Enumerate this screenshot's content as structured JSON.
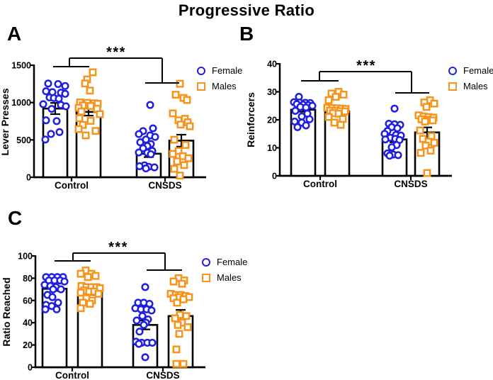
{
  "title": "Progressive Ratio",
  "colors": {
    "female": "#1F1FE0",
    "males": "#F7941E",
    "axis": "#000000",
    "bar_fill": "#FFFFFF"
  },
  "legend": {
    "female_label": "Female",
    "males_label": "Males"
  },
  "chart_data": [
    {
      "panel_label": "A",
      "type": "bar",
      "subtype": "bar-with-scatter",
      "ylabel": "Lever Presses",
      "ylim": [
        0,
        1500
      ],
      "yticks": [
        0,
        500,
        1000,
        1500
      ],
      "categories": [
        "Control",
        "CNSDS"
      ],
      "significance": "***",
      "legend_position": "right-top",
      "series": [
        {
          "name": "Female",
          "category": "Control",
          "marker": "circle",
          "mean": 920,
          "sem": 75,
          "points": [
            [
              -10,
              1255
            ],
            [
              4,
              1248
            ],
            [
              14,
              1222
            ],
            [
              -13,
              1152
            ],
            [
              -4,
              1140
            ],
            [
              8,
              1133
            ],
            [
              14,
              1117
            ],
            [
              -8,
              1068
            ],
            [
              -2,
              1060
            ],
            [
              5,
              1052
            ],
            [
              -17,
              978
            ],
            [
              8,
              968
            ],
            [
              15,
              950
            ],
            [
              -5,
              915
            ],
            [
              -13,
              762
            ],
            [
              2,
              752
            ],
            [
              6,
              605
            ],
            [
              -6,
              580
            ],
            [
              -14,
              505
            ]
          ]
        },
        {
          "name": "Males",
          "category": "Control",
          "marker": "square",
          "mean": 875,
          "sem": 50,
          "points": [
            [
              6,
              1405
            ],
            [
              -2,
              1310
            ],
            [
              -5,
              1255
            ],
            [
              2,
              1160
            ],
            [
              -12,
              1002
            ],
            [
              -2,
              996
            ],
            [
              8,
              990
            ],
            [
              13,
              984
            ],
            [
              -8,
              962
            ],
            [
              3,
              954
            ],
            [
              -14,
              930
            ],
            [
              12,
              918
            ],
            [
              -10,
              880
            ],
            [
              16,
              845
            ],
            [
              -13,
              790
            ],
            [
              3,
              755
            ],
            [
              -8,
              700
            ],
            [
              -14,
              645
            ],
            [
              10,
              620
            ],
            [
              -4,
              560
            ]
          ]
        },
        {
          "name": "Female",
          "category": "CNSDS",
          "marker": "circle",
          "mean": 315,
          "sem": 45,
          "points": [
            [
              2,
              968
            ],
            [
              6,
              655
            ],
            [
              -8,
              618
            ],
            [
              -14,
              578
            ],
            [
              2,
              560
            ],
            [
              9,
              540
            ],
            [
              -4,
              505
            ],
            [
              -12,
              468
            ],
            [
              3,
              445
            ],
            [
              -2,
              418
            ],
            [
              -8,
              388
            ],
            [
              5,
              352
            ],
            [
              -14,
              332
            ],
            [
              -2,
              328
            ],
            [
              3,
              308
            ],
            [
              -6,
              160
            ],
            [
              -13,
              148
            ],
            [
              0,
              140
            ],
            [
              8,
              132
            ],
            [
              -4,
              118
            ]
          ]
        },
        {
          "name": "Males",
          "category": "CNSDS",
          "marker": "square",
          "mean": 490,
          "sem": 80,
          "points": [
            [
              -2,
              1252
            ],
            [
              -8,
              1105
            ],
            [
              3,
              1062
            ],
            [
              8,
              1035
            ],
            [
              -12,
              855
            ],
            [
              5,
              782
            ],
            [
              -4,
              762
            ],
            [
              9,
              735
            ],
            [
              -1,
              705
            ],
            [
              12,
              682
            ],
            [
              -10,
              502
            ],
            [
              6,
              432
            ],
            [
              -4,
              352
            ],
            [
              -12,
              312
            ],
            [
              2,
              282
            ],
            [
              10,
              255
            ],
            [
              -6,
              212
            ],
            [
              4,
              162
            ],
            [
              -10,
              112
            ],
            [
              -2,
              22
            ]
          ]
        }
      ]
    },
    {
      "panel_label": "B",
      "type": "bar",
      "subtype": "bar-with-scatter",
      "ylabel": "Reinforcers",
      "ylim": [
        0,
        40
      ],
      "yticks": [
        0,
        10,
        20,
        30,
        40
      ],
      "categories": [
        "Control",
        "CNSDS"
      ],
      "significance": "***",
      "legend_position": "right-top",
      "series": [
        {
          "name": "Female",
          "category": "Control",
          "marker": "circle",
          "mean": 23.6,
          "sem": 0.7,
          "points": [
            [
              -6,
              28.2
            ],
            [
              -13,
              26.3
            ],
            [
              -5,
              26.2
            ],
            [
              3,
              26.1
            ],
            [
              10,
              26
            ],
            [
              -9,
              25.6
            ],
            [
              0,
              25.4
            ],
            [
              7,
              25.2
            ],
            [
              13,
              25
            ],
            [
              -4,
              24.6
            ],
            [
              4,
              24.4
            ],
            [
              -11,
              23.2
            ],
            [
              6,
              22.2
            ],
            [
              -2,
              21.2
            ],
            [
              9,
              20.2
            ],
            [
              -12,
              19.4
            ],
            [
              -2,
              19
            ],
            [
              4,
              18
            ],
            [
              -8,
              17.4
            ]
          ]
        },
        {
          "name": "Males",
          "category": "Control",
          "marker": "square",
          "mean": 23.0,
          "sem": 0.7,
          "points": [
            [
              2,
              30
            ],
            [
              -8,
              29.4
            ],
            [
              9,
              29
            ],
            [
              -2,
              28.2
            ],
            [
              -12,
              27
            ],
            [
              -14,
              24.3
            ],
            [
              -7,
              24.2
            ],
            [
              0,
              24.1
            ],
            [
              6,
              24
            ],
            [
              12,
              23.9
            ],
            [
              -10,
              23.3
            ],
            [
              -3,
              23.2
            ],
            [
              4,
              23.1
            ],
            [
              11,
              23
            ],
            [
              -6,
              22.4
            ],
            [
              2,
              22.2
            ],
            [
              -12,
              21
            ],
            [
              8,
              20.3
            ],
            [
              -4,
              19
            ],
            [
              5,
              18.2
            ]
          ]
        },
        {
          "name": "Female",
          "category": "CNSDS",
          "marker": "circle",
          "mean": 13.0,
          "sem": 1.0,
          "points": [
            [
              0,
              24
            ],
            [
              -8,
              18.6
            ],
            [
              0,
              18.4
            ],
            [
              8,
              18.2
            ],
            [
              -4,
              17.4
            ],
            [
              4,
              17
            ],
            [
              -10,
              16
            ],
            [
              -14,
              15
            ],
            [
              2,
              14.6
            ],
            [
              9,
              14.4
            ],
            [
              -6,
              13.6
            ],
            [
              1,
              13.2
            ],
            [
              -13,
              13
            ],
            [
              7,
              12.8
            ],
            [
              3,
              11
            ],
            [
              -4,
              10.2
            ],
            [
              -10,
              8
            ],
            [
              -2,
              7.6
            ],
            [
              5,
              7.4
            ],
            [
              -7,
              7.2
            ]
          ]
        },
        {
          "name": "Males",
          "category": "CNSDS",
          "marker": "square",
          "mean": 15.5,
          "sem": 1.8,
          "points": [
            [
              4,
              27
            ],
            [
              -4,
              26.2
            ],
            [
              10,
              25.8
            ],
            [
              -1,
              24.6
            ],
            [
              -12,
              21.6
            ],
            [
              -5,
              21.2
            ],
            [
              2,
              21
            ],
            [
              9,
              20.8
            ],
            [
              -8,
              20.2
            ],
            [
              0,
              20
            ],
            [
              8,
              19.8
            ],
            [
              -3,
              19.4
            ],
            [
              -10,
              16.2
            ],
            [
              6,
              14.2
            ],
            [
              -6,
              13.2
            ],
            [
              2,
              12.2
            ],
            [
              10,
              11.8
            ],
            [
              -2,
              10.8
            ],
            [
              5,
              9
            ],
            [
              -9,
              8.2
            ],
            [
              0,
              1
            ]
          ]
        }
      ]
    },
    {
      "panel_label": "C",
      "type": "bar",
      "subtype": "bar-with-scatter",
      "ylabel": "Ratio Reached",
      "ylim": [
        0,
        100
      ],
      "yticks": [
        0,
        20,
        40,
        60,
        80,
        100
      ],
      "categories": [
        "Control",
        "CNSDS"
      ],
      "significance": "***",
      "legend_position": "right-top",
      "series": [
        {
          "name": "Female",
          "category": "Control",
          "marker": "circle",
          "mean": 70.5,
          "sem": 2,
          "points": [
            [
              -12,
              81
            ],
            [
              -4,
              81
            ],
            [
              4,
              81
            ],
            [
              12,
              81
            ],
            [
              -8,
              78
            ],
            [
              0,
              78
            ],
            [
              8,
              78
            ],
            [
              14,
              77
            ],
            [
              -14,
              74
            ],
            [
              -6,
              73
            ],
            [
              2,
              72
            ],
            [
              -2,
              70
            ],
            [
              9,
              70
            ],
            [
              -10,
              65
            ],
            [
              -3,
              63
            ],
            [
              5,
              58
            ],
            [
              -12,
              56
            ],
            [
              -4,
              55
            ],
            [
              3,
              52
            ],
            [
              -13,
              52
            ]
          ]
        },
        {
          "name": "Males",
          "category": "Control",
          "marker": "square",
          "mean": 67.5,
          "sem": 2.5,
          "points": [
            [
              -6,
              87
            ],
            [
              -13,
              84
            ],
            [
              2,
              84
            ],
            [
              8,
              82
            ],
            [
              -3,
              81
            ],
            [
              -12,
              73
            ],
            [
              -5,
              72
            ],
            [
              2,
              72
            ],
            [
              9,
              72
            ],
            [
              14,
              71
            ],
            [
              -8,
              69
            ],
            [
              -1,
              68
            ],
            [
              6,
              68
            ],
            [
              -13,
              67
            ],
            [
              12,
              66
            ],
            [
              -5,
              62
            ],
            [
              3,
              60
            ],
            [
              -10,
              58
            ],
            [
              0,
              57
            ],
            [
              -13,
              53
            ]
          ]
        },
        {
          "name": "Female",
          "category": "CNSDS",
          "marker": "circle",
          "mean": 38,
          "sem": 4,
          "points": [
            [
              0,
              72
            ],
            [
              -10,
              58
            ],
            [
              -2,
              58
            ],
            [
              6,
              57
            ],
            [
              -14,
              53
            ],
            [
              -6,
              52
            ],
            [
              2,
              52
            ],
            [
              9,
              51
            ],
            [
              -4,
              46
            ],
            [
              4,
              43
            ],
            [
              -12,
              42
            ],
            [
              1,
              40
            ],
            [
              -2,
              38
            ],
            [
              -8,
              32
            ],
            [
              -13,
              23
            ],
            [
              -5,
              22
            ],
            [
              3,
              22
            ],
            [
              10,
              22
            ],
            [
              -9,
              21
            ],
            [
              0,
              9
            ]
          ]
        },
        {
          "name": "Males",
          "category": "CNSDS",
          "marker": "square",
          "mean": 46,
          "sem": 5.5,
          "points": [
            [
              -3,
              80
            ],
            [
              5,
              78
            ],
            [
              -10,
              77
            ],
            [
              2,
              75
            ],
            [
              -14,
              66
            ],
            [
              -7,
              65
            ],
            [
              0,
              65
            ],
            [
              7,
              64
            ],
            [
              -3,
              63
            ],
            [
              12,
              63
            ],
            [
              -10,
              62
            ],
            [
              4,
              61
            ],
            [
              -5,
              58
            ],
            [
              -1,
              47
            ],
            [
              8,
              46
            ],
            [
              -8,
              44
            ],
            [
              2,
              40
            ],
            [
              -4,
              38
            ],
            [
              10,
              36
            ],
            [
              -2,
              30
            ],
            [
              -6,
              16
            ],
            [
              -6,
              3
            ],
            [
              4,
              3
            ]
          ]
        }
      ]
    }
  ]
}
